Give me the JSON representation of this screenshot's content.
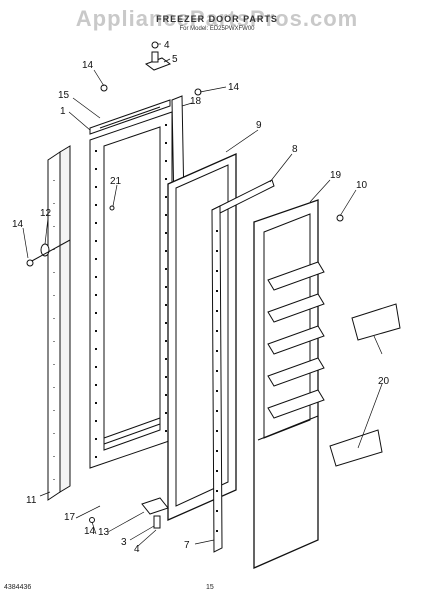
{
  "header": {
    "watermark": "AppliancePartsPros.com",
    "title": "FREEZER DOOR PARTS",
    "subtitle": "For Model: ED25PWXFW00"
  },
  "footer": {
    "part_number": "4384436",
    "page_number": "15"
  },
  "callouts": [
    "1",
    "3",
    "4",
    "4",
    "5",
    "7",
    "8",
    "9",
    "10",
    "11",
    "12",
    "13",
    "14",
    "14",
    "14",
    "14",
    "15",
    "17",
    "18",
    "19",
    "20",
    "21"
  ]
}
